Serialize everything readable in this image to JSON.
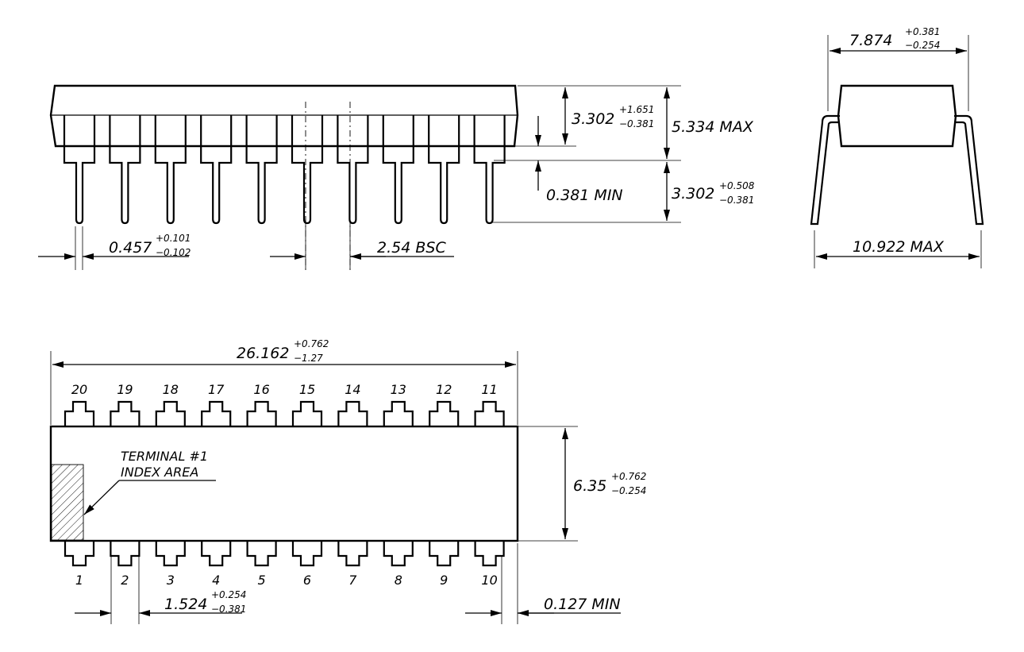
{
  "side_view": {
    "pitch_label": "2.54 BSC",
    "lead_width": {
      "nominal": "0.457",
      "plus": "+0.101",
      "minus": "−0.102"
    },
    "body_height": {
      "nominal": "3.302",
      "plus": "+1.651",
      "minus": "−0.381"
    },
    "seat_plane": "0.381 MIN",
    "overall_height": "5.334 MAX",
    "lead_length": {
      "nominal": "3.302",
      "plus": "+0.508",
      "minus": "−0.381"
    }
  },
  "end_view": {
    "row_spacing": {
      "nominal": "7.874",
      "plus": "+0.381",
      "minus": "−0.254"
    },
    "overall_width": "10.922 MAX"
  },
  "top_view": {
    "length": {
      "nominal": "26.162",
      "plus": "+0.762",
      "minus": "−1.27"
    },
    "width": {
      "nominal": "6.35",
      "plus": "+0.762",
      "minus": "−0.254"
    },
    "lead_shoulder": {
      "nominal": "1.524",
      "plus": "+0.254",
      "minus": "−0.381"
    },
    "end_clearance": "0.127 MIN",
    "index_line1": "TERMINAL #1",
    "index_line2": "INDEX AREA",
    "top_pins": [
      "20",
      "19",
      "18",
      "17",
      "16",
      "15",
      "14",
      "13",
      "12",
      "11"
    ],
    "bottom_pins": [
      "1",
      "2",
      "3",
      "4",
      "5",
      "6",
      "7",
      "8",
      "9",
      "10"
    ]
  }
}
